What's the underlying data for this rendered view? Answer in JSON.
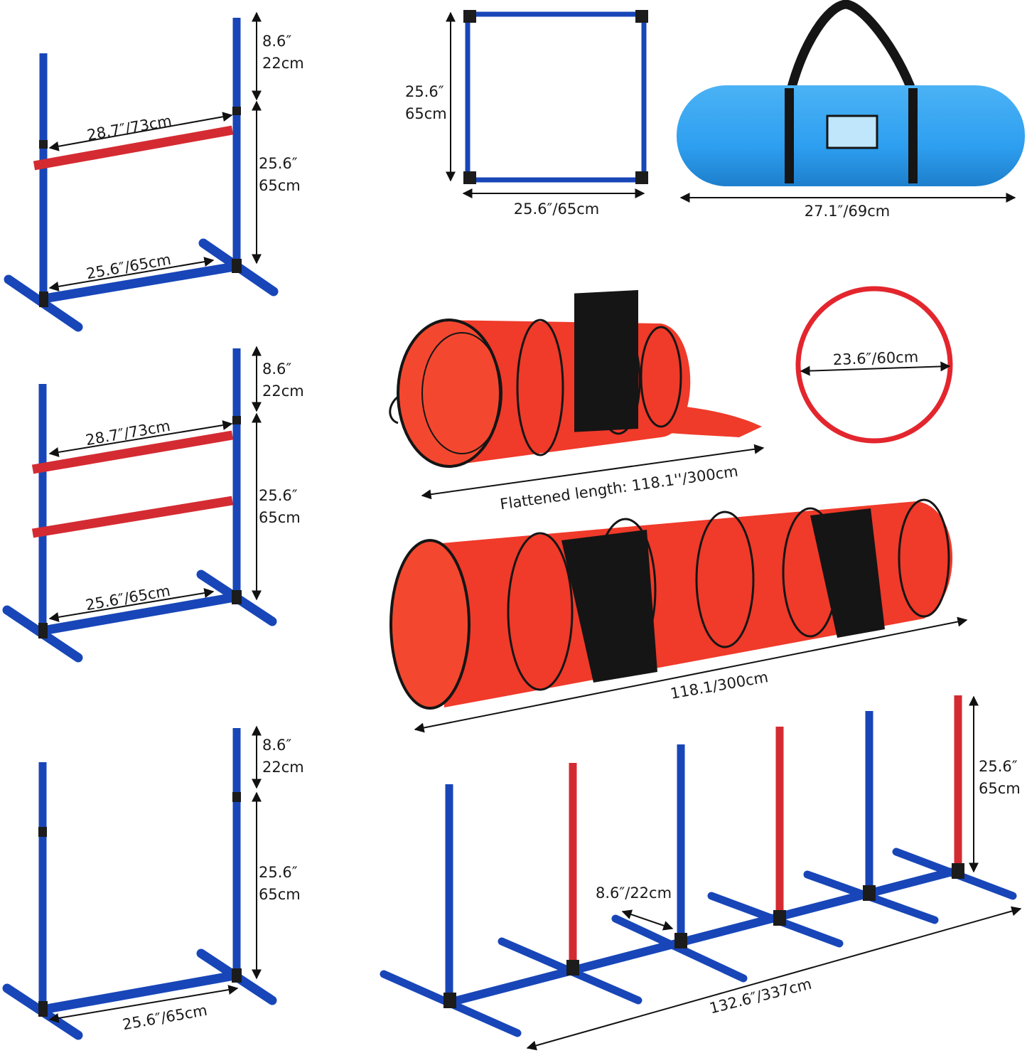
{
  "colors": {
    "pole_blue": "#1846b8",
    "bar_red": "#d42b32",
    "joint_black": "#1c1c1c",
    "tunnel_red": "#f03a2a",
    "tunnel_band": "#151515",
    "bag_blue": "#2e9ff0",
    "hoop_red": "#e3262e",
    "dimension_line": "#111111"
  },
  "hurdle_single_bar": {
    "top_extension": {
      "inch": "8.6″",
      "cm": "22cm"
    },
    "height": {
      "inch": "25.6″",
      "cm": "65cm"
    },
    "bar_width": "28.7″/73cm",
    "base_width": "25.6″/65cm"
  },
  "hurdle_double_bar": {
    "top_extension": {
      "inch": "8.6″",
      "cm": "22cm"
    },
    "height": {
      "inch": "25.6″",
      "cm": "65cm"
    },
    "bar_width": "28.7″/73cm",
    "base_width": "25.6″/65cm"
  },
  "hurdle_frame_only": {
    "top_extension": {
      "inch": "8.6″",
      "cm": "22cm"
    },
    "height": {
      "inch": "25.6″",
      "cm": "65cm"
    },
    "base_width": "25.6″/65cm"
  },
  "square_frame": {
    "height": {
      "inch": "25.6″",
      "cm": "65cm"
    },
    "width": "25.6″/65cm"
  },
  "carry_bag": {
    "length": "27.1″/69cm"
  },
  "chute_tunnel": {
    "length": "Flattened length: 118.1''/300cm"
  },
  "hoop": {
    "diameter": "23.6″/60cm"
  },
  "tunnel": {
    "length": "118.1/300cm"
  },
  "weave_poles": {
    "height": {
      "inch": "25.6″",
      "cm": "65cm"
    },
    "foot_spacing": "8.6″/22cm",
    "total_length": "132.6″/337cm"
  }
}
